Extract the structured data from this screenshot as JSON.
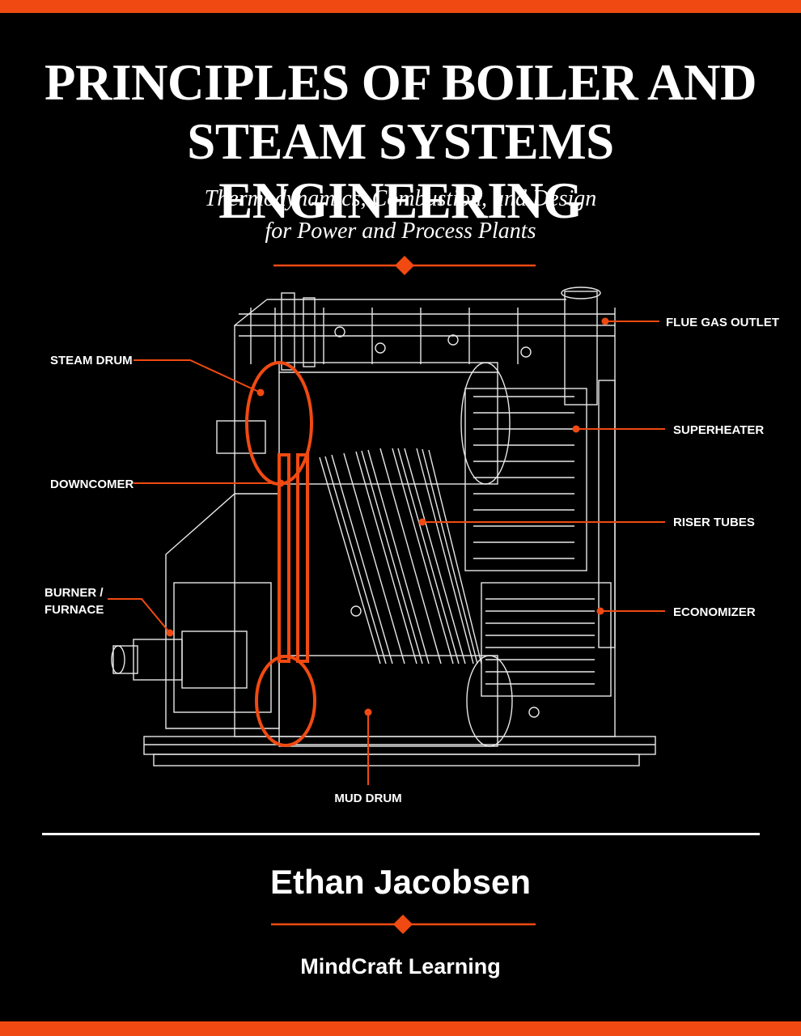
{
  "cover": {
    "title_line1": "PRINCIPLES OF BOILER AND",
    "title_line2": "STEAM SYSTEMS ENGINEERING",
    "subtitle_line1": "Thermodynamics, Combustion, and Design",
    "subtitle_line2": "for Power and Process Plants",
    "author": "Ethan Jacobsen",
    "publisher": "MindCraft Learning"
  },
  "diagram": {
    "labels": {
      "steam_drum": "STEAM DRUM",
      "downcomer": "DOWNCOMER",
      "burner_line1": "BURNER /",
      "burner_line2": "FURNACE",
      "flue_gas_outlet": "FLUE GAS OUTLET",
      "superheater": "SUPERHEATER",
      "riser_tubes": "RISER TUBES",
      "economizer": "ECONOMIZER",
      "mud_drum": "MUD DRUM"
    }
  },
  "colors": {
    "accent": "#f04a12",
    "background": "#000000",
    "text": "#ffffff"
  }
}
